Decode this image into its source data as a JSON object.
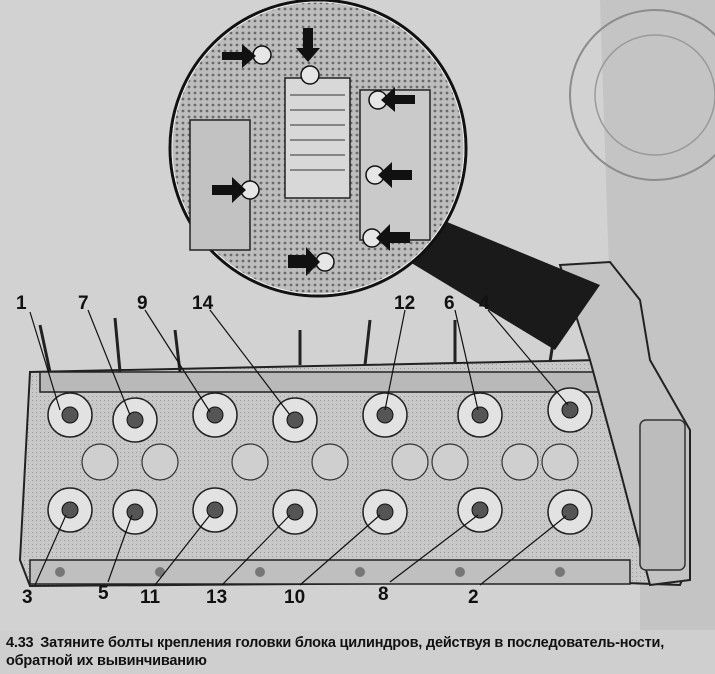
{
  "caption": {
    "number": "4.33",
    "text": "Затяните болты крепления головки блока цилиндров, действуя в последователь-ности, обратной их вывинчиванию"
  },
  "callouts": [
    {
      "label": "1"
    },
    {
      "label": "7"
    },
    {
      "label": "9"
    },
    {
      "label": "14"
    },
    {
      "label": "12"
    },
    {
      "label": "6"
    },
    {
      "label": "4"
    },
    {
      "label": "3"
    },
    {
      "label": "5"
    },
    {
      "label": "11"
    },
    {
      "label": "13"
    },
    {
      "label": "10"
    },
    {
      "label": "8"
    },
    {
      "label": "2"
    }
  ],
  "colors": {
    "paper": "#d4d4d4",
    "ink": "#111111",
    "ghost_text": "#8a8a8a"
  }
}
